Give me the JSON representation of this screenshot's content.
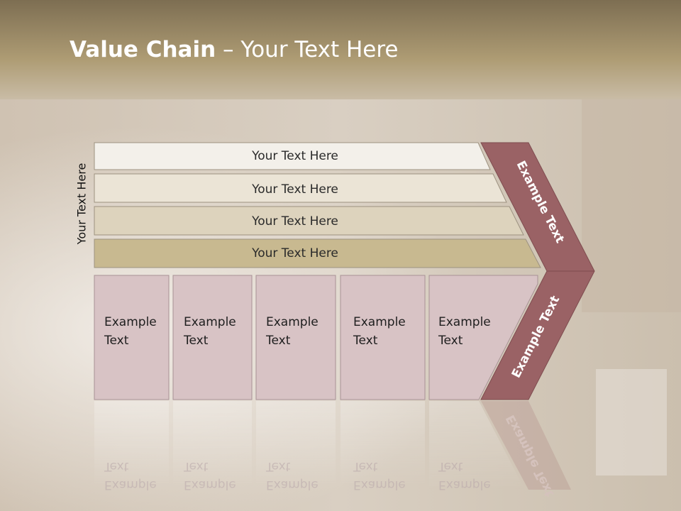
{
  "title": {
    "bold": "Value Chain",
    "rest": " – Your Text Here"
  },
  "side_label": "Your Text Here",
  "rows": [
    {
      "label": "Your Text Here",
      "fill": "#f3f0ea"
    },
    {
      "label": "Your Text Here",
      "fill": "#ebe4d6"
    },
    {
      "label": "Your Text Here",
      "fill": "#ddd3bd"
    },
    {
      "label": "Your Text Here",
      "fill": "#c8b990"
    }
  ],
  "boxes": [
    {
      "line1": "Example",
      "line2": "Text"
    },
    {
      "line1": "Example",
      "line2": "Text"
    },
    {
      "line1": "Example",
      "line2": "Text"
    },
    {
      "line1": "Example",
      "line2": "Text"
    },
    {
      "line1": "Example",
      "line2": "Text"
    }
  ],
  "arrow": {
    "upper_label": "Example Text",
    "lower_label": "Example Text",
    "color": "#9a6265"
  },
  "colors": {
    "box_fill": "#d8c3c5",
    "header_band": "#a8936b"
  }
}
